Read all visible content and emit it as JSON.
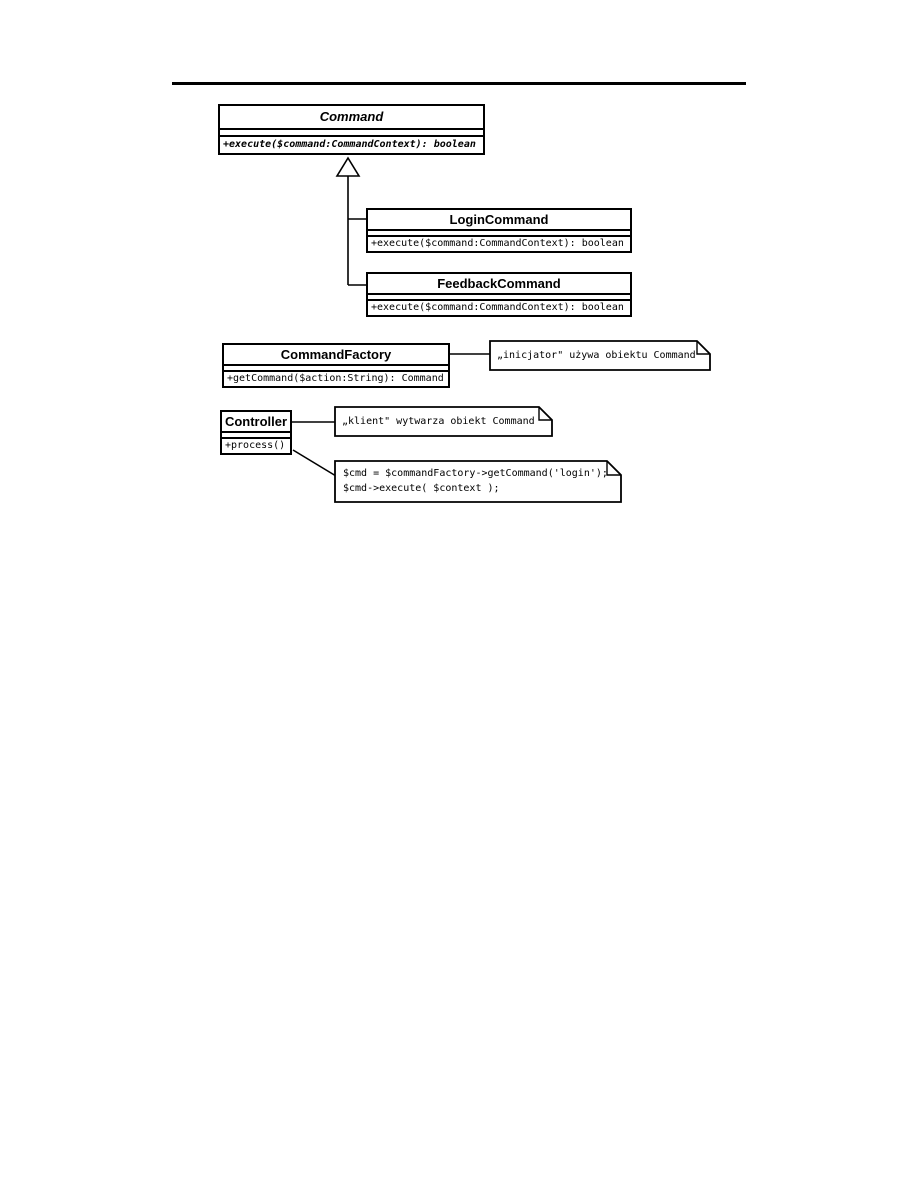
{
  "diagram": {
    "classes": [
      {
        "name": "Command",
        "abstract": true,
        "method": "+execute($command:CommandContext): boolean"
      },
      {
        "name": "LoginCommand",
        "abstract": false,
        "method": "+execute($command:CommandContext): boolean"
      },
      {
        "name": "FeedbackCommand",
        "abstract": false,
        "method": "+execute($command:CommandContext): boolean"
      },
      {
        "name": "CommandFactory",
        "abstract": false,
        "method": "+getCommand($action:String): Command"
      },
      {
        "name": "Controller",
        "abstract": false,
        "method": "+process()"
      }
    ],
    "notes": [
      {
        "text": "„inicjator\" używa obiektu Command"
      },
      {
        "text": "„klient\" wytwarza obiekt Command"
      },
      {
        "lines": [
          "$cmd = $commandFactory->getCommand('login');",
          "$cmd->execute( $context );"
        ]
      }
    ],
    "colors": {
      "line": "#000000",
      "fill": "#ffffff"
    }
  }
}
